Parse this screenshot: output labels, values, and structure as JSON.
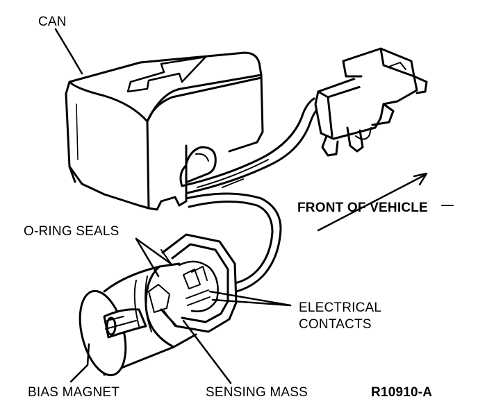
{
  "diagram": {
    "labels": {
      "can": "CAN",
      "front_of_vehicle": "FRONT OF VEHICLE",
      "o_ring_seals": "O-RING SEALS",
      "electrical_contacts_line1": "ELECTRICAL",
      "electrical_contacts_line2": "CONTACTS",
      "bias_magnet": "BIAS MAGNET",
      "sensing_mass": "SENSING MASS",
      "figure_id": "R10910-A"
    }
  },
  "colors": {
    "ink": "#000000",
    "paper": "#ffffff"
  }
}
